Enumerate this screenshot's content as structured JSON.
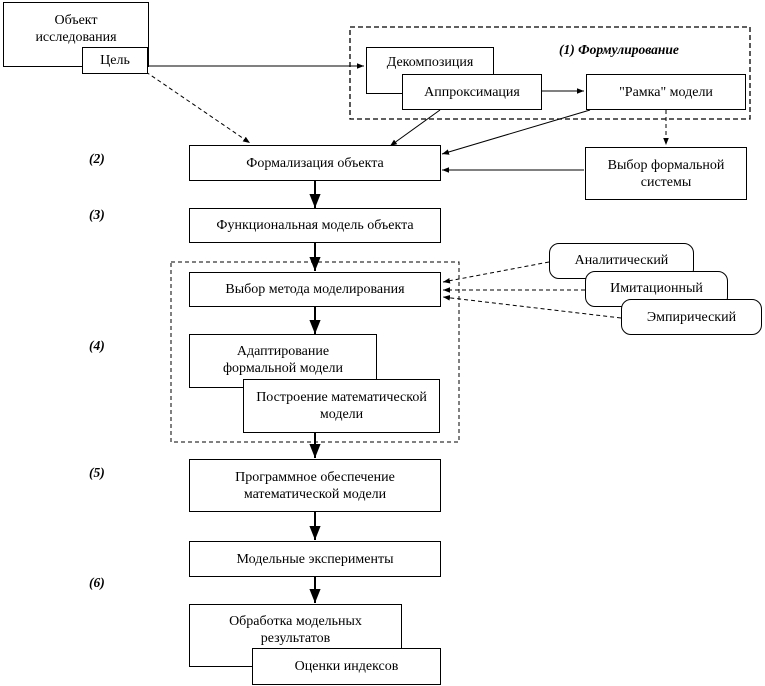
{
  "nodes": {
    "object": "Объект исследования",
    "goal": "Цель",
    "decomposition": "Декомпозиция",
    "approximation": "Аппроксимация",
    "model_frame": "\"Рамка\" модели",
    "formalization": "Формализация объекта",
    "formal_system_choice": "Выбор формальной системы",
    "functional_model": "Функциональная модель объекта",
    "method_choice": "Выбор метода моделирования",
    "analytical": "Аналитический",
    "simulation": "Имитационный",
    "empirical": "Эмпирический",
    "adaptation": "Адаптирование формальной модели",
    "math_model": "Построение математической модели",
    "software": "Программное обеспечение математической модели",
    "experiments": "Модельные эксперименты",
    "processing": "Обработка модельных результатов",
    "indices": "Оценки индексов"
  },
  "steps": {
    "s1": "(1) Формулирование",
    "s2": "(2)",
    "s3": "(3)",
    "s4": "(4)",
    "s5": "(5)",
    "s6": "(6)"
  }
}
